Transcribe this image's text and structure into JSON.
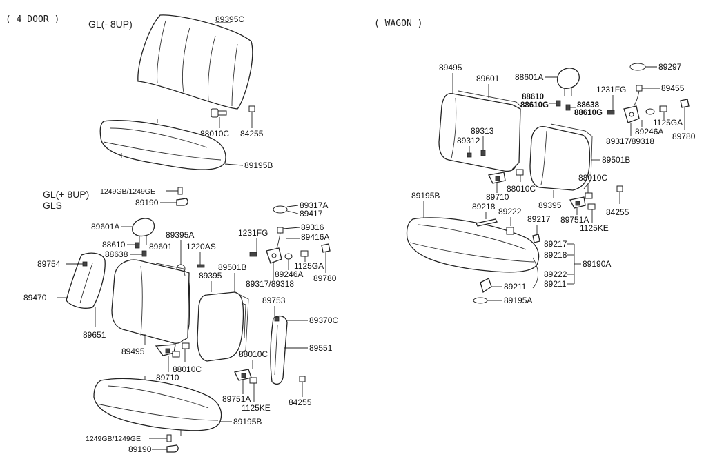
{
  "headers": {
    "four_door": "( 4 DOOR )",
    "wagon": "( WAGON )",
    "gl_minus": "GL(- 8UP)",
    "gl_plus": "GL(+ 8UP)",
    "gls": "GLS"
  },
  "labels": {
    "l89395C": "89395C",
    "l88010C_a": "88010C",
    "l84255_a": "84255",
    "l89195B_a": "89195B",
    "l1249_a": "1249GB/1249GE",
    "l89190_a": "89190",
    "l89317A": "89317A",
    "l89417": "89417",
    "l89601A_a": "89601A",
    "l89395A": "89395A",
    "l1220AS": "1220AS",
    "l1231FG_a": "1231FG",
    "l89316": "89316",
    "l89416A": "89416A",
    "l88610_a": "88610",
    "l89601_a": "89601",
    "l88638_a": "88638",
    "l89501B_a": "89501B",
    "l89754": "89754",
    "l89395_a": "89395",
    "l89246A_a": "89246A",
    "l1125GA_a": "1125GA",
    "l89317_89318_a": "89317/89318",
    "l89780_a": "89780",
    "l89470": "89470",
    "l89753": "89753",
    "l89370C": "89370C",
    "l89651": "89651",
    "l89495_a": "89495",
    "l89551": "89551",
    "l88010C_b": "88010C",
    "l89710_a": "89710",
    "l88010C_c": "88010C",
    "l89751A_a": "89751A",
    "l1125KE_a": "1125KE",
    "l84255_b": "84255",
    "l89195B_b": "89195B",
    "l1249_b": "1249GB/1249GE",
    "l89190_b": "89190",
    "w89495": "89495",
    "w89601": "89601",
    "w88601A": "88601A",
    "w89297": "89297",
    "w1231FG": "1231FG",
    "w89455": "89455",
    "w88610": "88610",
    "w88610G_a": "88610G",
    "w88638": "88638",
    "w88610G_b": "88610G",
    "w89313": "89313",
    "w89312": "89312",
    "w1125GA": "1125GA",
    "w89246A": "89246A",
    "w89317_89318": "89317/89318",
    "w89780": "89780",
    "w89501B": "89501B",
    "w88010C_a": "88010C",
    "w88010C_b": "88010C",
    "w89710": "89710",
    "w89395": "89395",
    "w89195B": "89195B",
    "w89218_a": "89218",
    "w89222_a": "89222",
    "w89217_a": "89217",
    "w89751A": "89751A",
    "w84255": "84255",
    "w1125KE": "1125KE",
    "w89217_b": "89217",
    "w89218_b": "89218",
    "w89190A": "89190A",
    "w89222_b": "89222",
    "w89211_a": "89211",
    "w89211_b": "89211",
    "w89195A": "89195A"
  }
}
